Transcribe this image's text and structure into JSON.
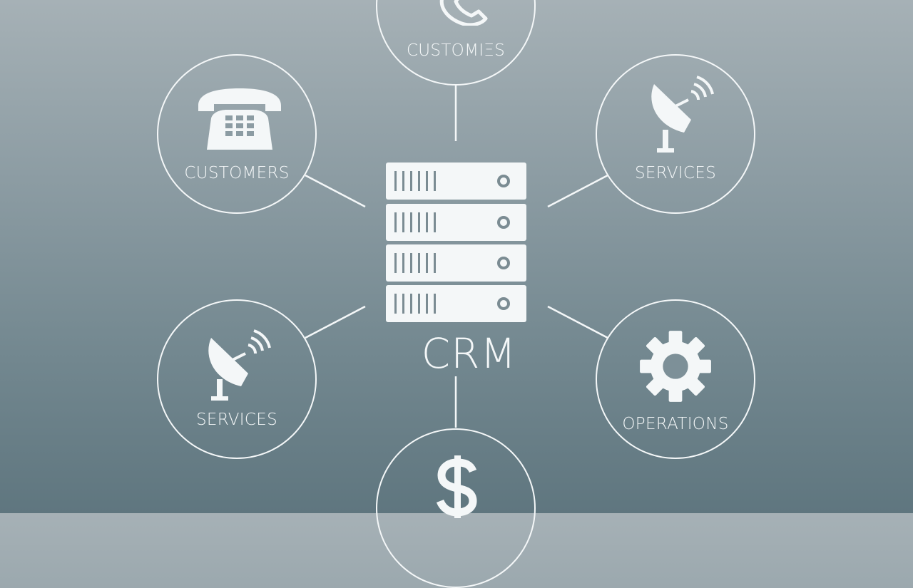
{
  "diagram": {
    "center": {
      "label": "CRM",
      "icon": "server-rack-icon"
    },
    "nodes": [
      {
        "id": "top",
        "label": "CUSTOMΙΞS",
        "icon": "phone-handset-icon"
      },
      {
        "id": "upper-left",
        "label": "CUSTOMERS",
        "icon": "telephone-icon"
      },
      {
        "id": "upper-right",
        "label": "SERVICES",
        "icon": "satellite-dish-icon"
      },
      {
        "id": "lower-left",
        "label": "SERVICES",
        "icon": "satellite-dish-icon"
      },
      {
        "id": "lower-right",
        "label": "OPERATIONS",
        "icon": "gear-icon"
      },
      {
        "id": "bottom",
        "label": "",
        "icon": "dollar-sign-icon"
      }
    ],
    "colors": {
      "line": "#f4f7f8",
      "background_top": "#a6b1b6",
      "background_bottom": "#5f767f"
    }
  }
}
